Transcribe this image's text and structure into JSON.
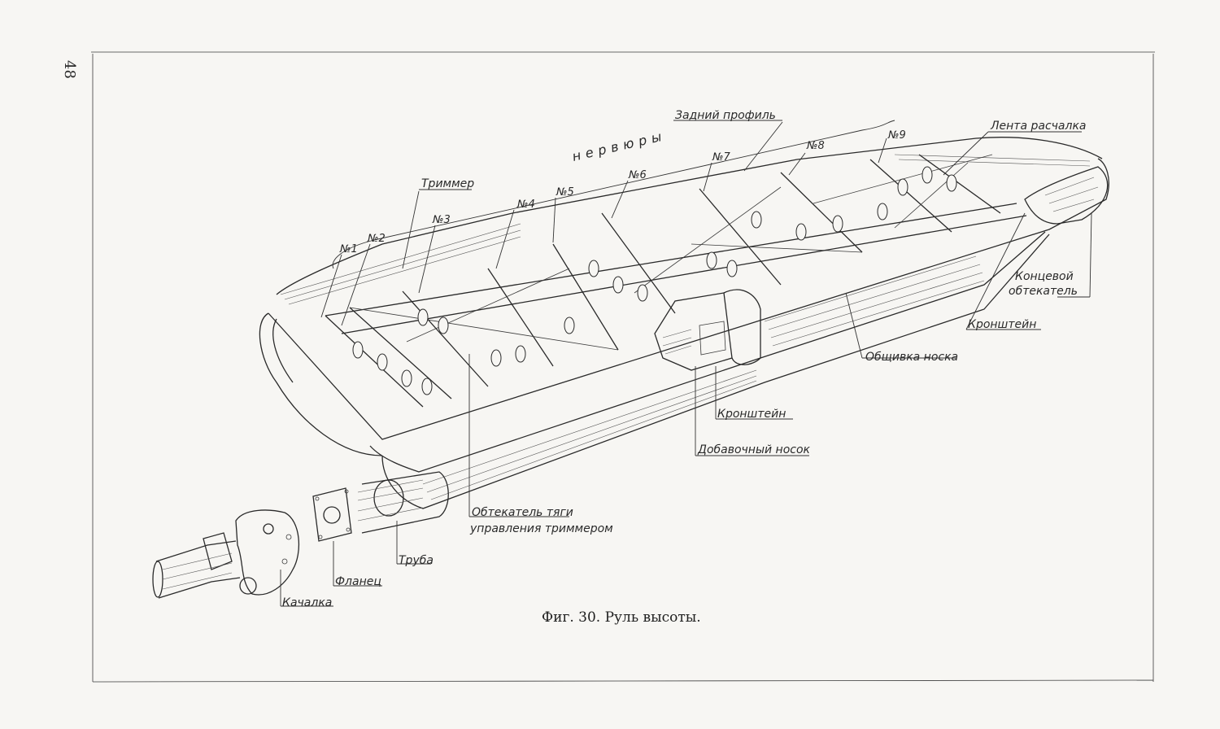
{
  "page": {
    "number": "48"
  },
  "caption": "Фиг. 30. Руль высоты.",
  "labels": {
    "ribs_group": "нервюры",
    "rear_profile": "Задний профиль",
    "bracing_tape": "Лента расчалка",
    "trimmer": "Триммер",
    "rib_1": "№1",
    "rib_2": "№2",
    "rib_3": "№3",
    "rib_4": "№4",
    "rib_5": "№5",
    "rib_6": "№6",
    "rib_7": "№7",
    "rib_8": "№8",
    "rib_9": "№9",
    "tip_fairing_1": "Концевой",
    "tip_fairing_2": "обтекатель",
    "bracket_right": "Кронштейн",
    "nose_skin": "Общивка носка",
    "bracket_center": "Кронштейн",
    "extra_nose": "Добавочный носок",
    "trim_rod_fairing_1": "Обтекатель тяги",
    "trim_rod_fairing_2": "управления триммером",
    "tube": "Труба",
    "flange": "Фланец",
    "rocker": "Качалка"
  }
}
